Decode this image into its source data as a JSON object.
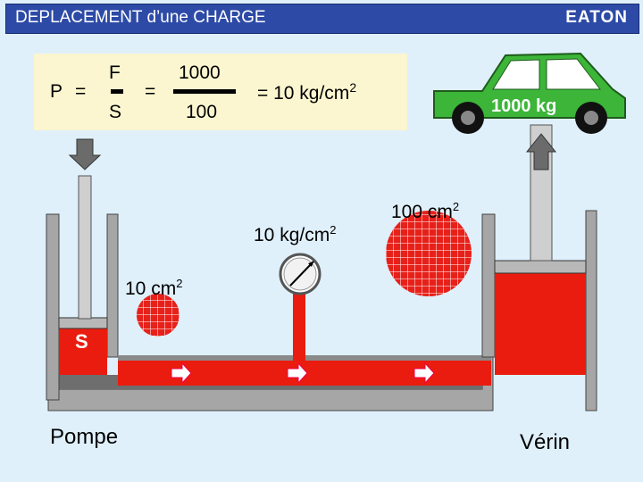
{
  "header": {
    "title": "DEPLACEMENT d’une CHARGE",
    "logo": "EATON"
  },
  "formula": {
    "p": "P",
    "eq1": "=",
    "f": "F",
    "s": "S",
    "eq2": "=",
    "num": "1000",
    "den": "100",
    "result": "= 10 kg/cm",
    "result_exp": "2"
  },
  "labels": {
    "car_weight": "1000 kg",
    "big_area": "100 cm",
    "big_area_exp": "2",
    "pressure": "10 kg/cm",
    "pressure_exp": "2",
    "small_area": "10 cm",
    "small_area_exp": "2",
    "s_marker": "S",
    "pump": "Pompe",
    "cylinder": "Vérin"
  },
  "colors": {
    "fluid": "#ea1c0f",
    "car": "#3cb539",
    "header_bg": "#2d4aa6",
    "formula_bg": "#fbf6cf",
    "cylinder_wall": "#a0a0a0"
  }
}
